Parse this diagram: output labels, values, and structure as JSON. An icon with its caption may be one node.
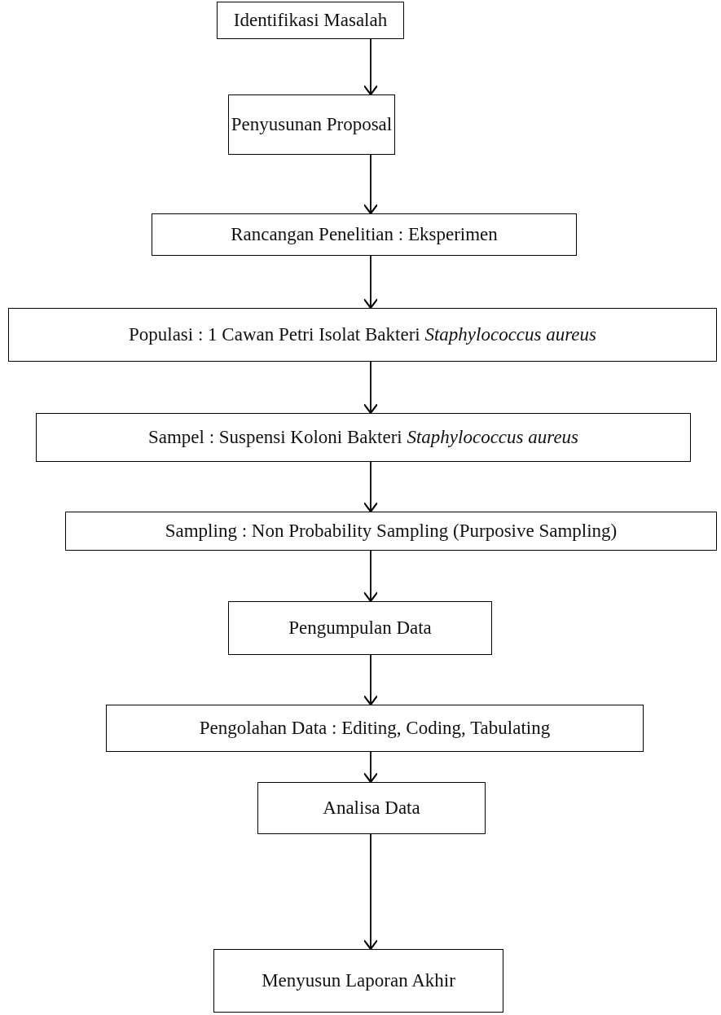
{
  "diagram": {
    "nodes": [
      {
        "text": [
          "Identifikasi Masalah"
        ]
      },
      {
        "text": [
          "Penyusunan Proposal"
        ]
      },
      {
        "text": [
          "Rancangan Penelitian : Eksperimen"
        ]
      },
      {
        "text": [
          "Populasi : 1 Cawan Petri Isolat Bakteri *Staphylococcus aureus*"
        ]
      },
      {
        "text": [
          "Sampel : Suspensi Koloni Bakteri *Staphylococcus aureus*"
        ]
      },
      {
        "text": [
          "Sampling : Non Probability Sampling (Purposive Sampling)"
        ]
      },
      {
        "text": [
          "Pengumpulan Data"
        ]
      },
      {
        "text": [
          "Pengolahan Data : Editing, Coding, Tabulating"
        ]
      },
      {
        "text": [
          "Analisa Data"
        ]
      },
      {
        "text": [
          "Menyusun Laporan Akhir"
        ]
      }
    ],
    "edges": [
      {
        "from": 0,
        "to": 1,
        "arrow": "to"
      },
      {
        "from": 1,
        "to": 2,
        "arrow": "to"
      },
      {
        "from": 2,
        "to": 3,
        "arrow": "to"
      },
      {
        "from": 3,
        "to": 4,
        "arrow": "to"
      },
      {
        "from": 4,
        "to": 5,
        "arrow": "to"
      },
      {
        "from": 5,
        "to": 6,
        "arrow": "to"
      },
      {
        "from": 6,
        "to": 7,
        "arrow": "to"
      },
      {
        "from": 7,
        "to": 8,
        "arrow": "to"
      },
      {
        "from": 8,
        "to": 9,
        "arrow": "to"
      }
    ]
  }
}
